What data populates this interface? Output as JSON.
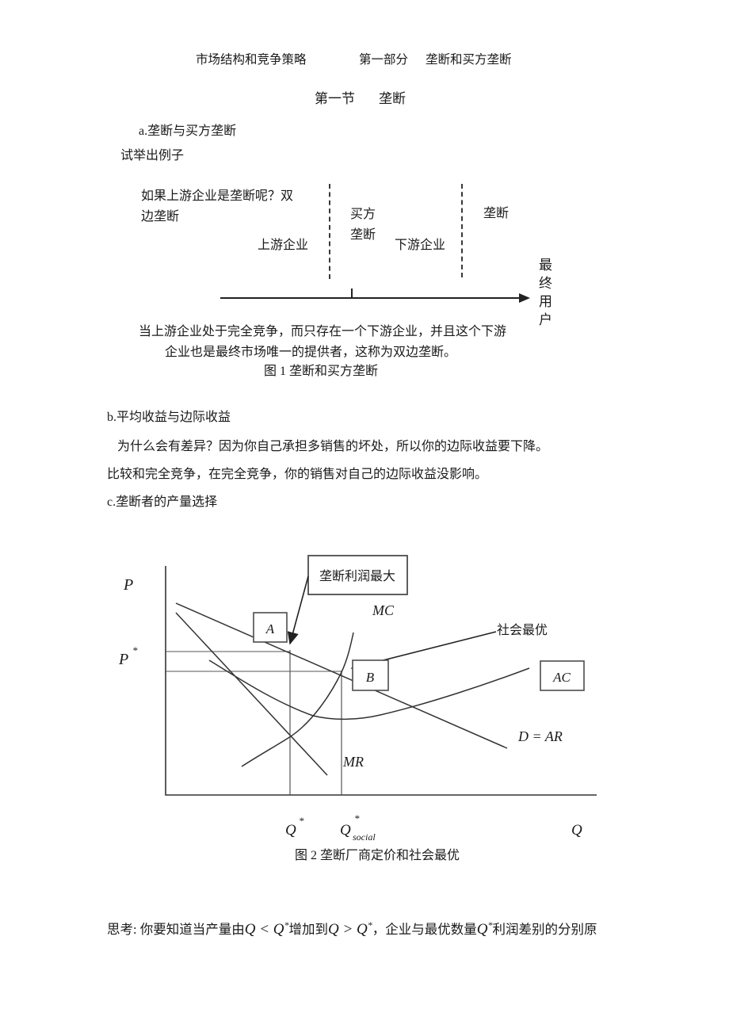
{
  "header": {
    "course": "市场结构和竞争策略",
    "part": "第一部分",
    "part_title": "垄断和买方垄断"
  },
  "title": {
    "part1": "第一节",
    "part2": "垄断"
  },
  "section_a": {
    "heading": "a.垄断与买方垄断",
    "line": "试举出例子"
  },
  "figure1": {
    "note_line1": "如果上游企业是垄断呢？双",
    "note_line2": "边垄断",
    "upstream_label": "上游企业",
    "monopsony_line1": "买方",
    "monopsony_line2": "垄断",
    "downstream_label": "下游企业",
    "monopoly_label": "垄断",
    "end_user_label": "最终用户",
    "para_line1": "当上游企业处于完全竞争，而只存在一个下游企业，并且这个下游",
    "para_line2": "企业也是最终市场唯一的提供者，这称为双边垄断。",
    "caption": "图 1 垄断和买方垄断"
  },
  "section_b": {
    "heading": "b.平均收益与边际收益",
    "line1": "为什么会有差异？因为你自己承担多销售的坏处，所以你的边际收益要下降。",
    "line2": "比较和完全竞争，在完全竞争，你的销售对自己的边际收益没影响。"
  },
  "section_c": {
    "heading": "c.垄断者的产量选择"
  },
  "figure2": {
    "axis_y_label": "P",
    "price_base": "P",
    "price_sup": "*",
    "callout": "垄断利润最大",
    "label_mc": "MC",
    "label_social": "社会最优",
    "box_a": "A",
    "box_b": "B",
    "box_ac": "AC",
    "label_d": "D = AR",
    "label_mr": "MR",
    "q1_base": "Q",
    "q1_sup": "*",
    "q2_base": "Q",
    "q2_sup": "*",
    "q2_sub": "social",
    "axis_x_label": "Q",
    "caption": "图 2 垄断厂商定价和社会最优"
  },
  "thought": {
    "label": "思考:",
    "t1": " 你要知道当产量由",
    "m1_base": "Q < Q",
    "m1_sup": "*",
    "t2": "增加到",
    "m2_base": "Q > Q",
    "m2_sup": "*",
    "t3": "，企业与最优数量",
    "m3_base": "Q",
    "m3_sup": "*",
    "t4": "利润差别的分别原"
  }
}
